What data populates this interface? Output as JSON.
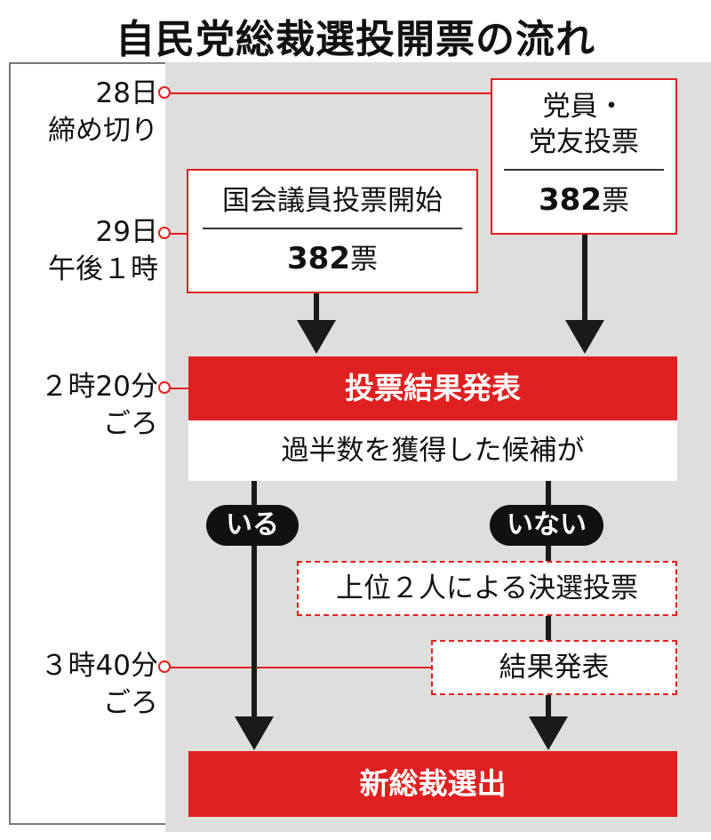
{
  "title": "自民党総裁選投開票の流れ",
  "timeline": {
    "t1": [
      "28日",
      "締め切り"
    ],
    "t2": [
      "29日",
      "午後１時"
    ],
    "t3": [
      "２時20分",
      "ごろ"
    ],
    "t4": [
      "３時40分",
      "ごろ"
    ]
  },
  "member_vote": {
    "label_line1": "党員・",
    "label_line2": "党友投票",
    "votes": "382",
    "unit": "票"
  },
  "diet_vote": {
    "label": "国会議員投票開始",
    "votes": "382",
    "unit": "票"
  },
  "announce": "投票結果発表",
  "majority": "過半数を獲得した候補が",
  "yes_label": "いる",
  "no_label": "いない",
  "runoff": "上位２人による決選投票",
  "runoff_result": "結果発表",
  "final": "新総裁選出",
  "colors": {
    "red": "#e02020",
    "gray": "#dedede",
    "dark": "#1a1a1a"
  }
}
